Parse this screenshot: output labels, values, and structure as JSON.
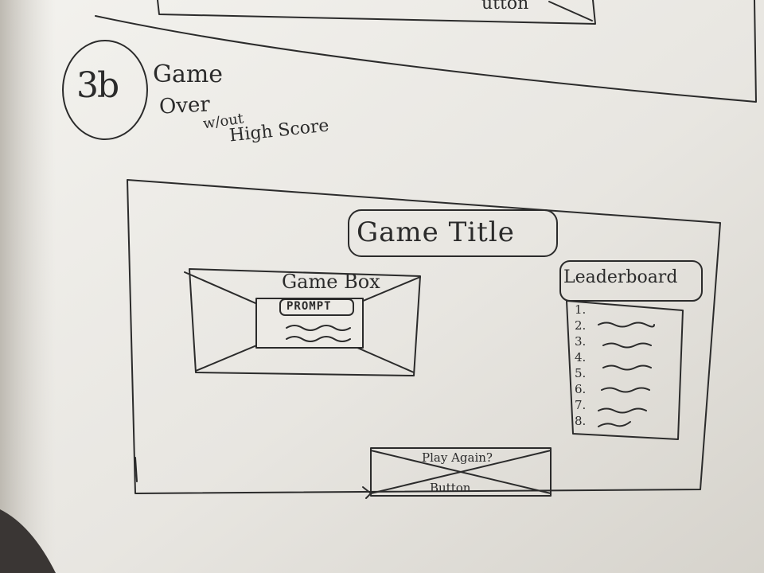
{
  "annotation": {
    "step_number": "3b",
    "line1": "Game",
    "line2": "Over",
    "line3": "w/out",
    "line4": "High Score"
  },
  "previous_sketch": {
    "button_label": "utton"
  },
  "wireframe": {
    "title": "Game Title",
    "game_box": {
      "label": "Game Box",
      "prompt_label": "PROMPT"
    },
    "leaderboard": {
      "title": "Leaderboard",
      "ranks": [
        "1.",
        "2.",
        "3.",
        "4.",
        "5.",
        "6.",
        "7.",
        "8."
      ]
    },
    "play_again": {
      "line1": "Play Again?",
      "line2": "Button"
    }
  },
  "colors": {
    "ink": "#2b2b2b",
    "board": "#e9e7e2"
  }
}
